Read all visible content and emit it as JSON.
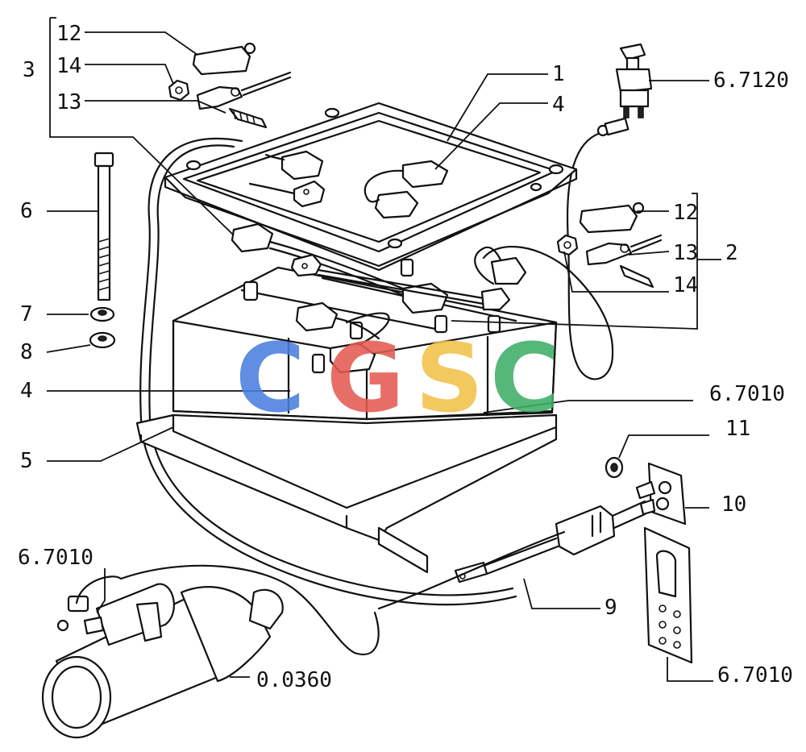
{
  "callouts": {
    "c12_top": "12",
    "c14_top": "14",
    "c13_top": "13",
    "c3": "3",
    "c6": "6",
    "c7": "7",
    "c8": "8",
    "c4_left": "4",
    "c5": "5",
    "c6_7010_left": "6.7010",
    "c1": "1",
    "c4_right": "4",
    "c6_7120": "6.7120",
    "c12_right": "12",
    "c13_right": "13",
    "c14_right": "14",
    "c2": "2",
    "c6_7010_right": "6.7010",
    "c11": "11",
    "c10": "10",
    "c9": "9",
    "c0_0360": "0.0360",
    "c6_7010_bottom": "6.7010"
  },
  "watermark": {
    "letters": [
      "C",
      "G",
      "S",
      "C"
    ],
    "colors": [
      "#4a7fe0",
      "#e45b52",
      "#f2c14a",
      "#3fae68"
    ]
  }
}
